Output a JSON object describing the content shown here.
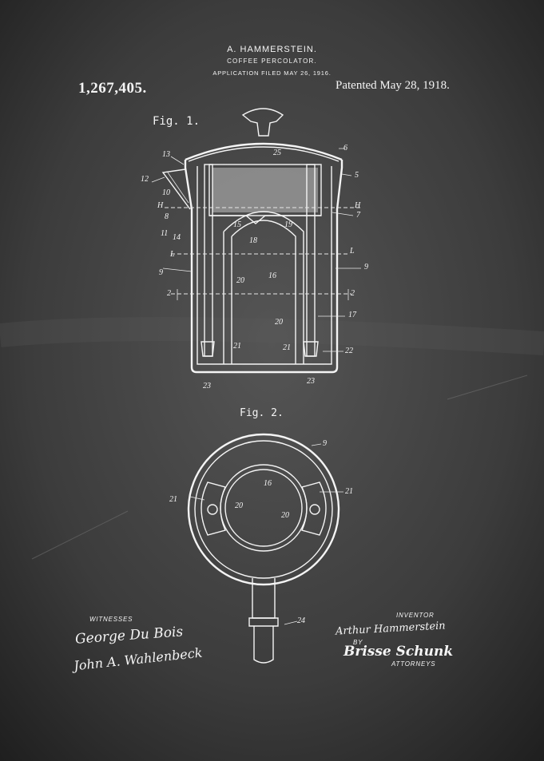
{
  "header": {
    "inventor_name": "A. HAMMERSTEIN.",
    "title": "COFFEE PERCOLATOR.",
    "filed": "APPLICATION FILED MAY 26, 1916."
  },
  "patent_number": "1,267,405.",
  "patent_date": "Patented May 28, 1918.",
  "figures": {
    "fig1_label": "Fig. 1.",
    "fig2_label": "Fig. 2."
  },
  "fig1_labels": {
    "l6": "6",
    "l5": "5",
    "l7": "7",
    "l9": "9",
    "l17": "17",
    "l22": "22",
    "l13": "13",
    "l12": "12",
    "l10": "10",
    "l8": "8",
    "l11": "11",
    "l14": "14",
    "l25": "25",
    "l15": "15",
    "l19": "19",
    "l18": "18",
    "l16": "16",
    "l20a": "20",
    "l20b": "20",
    "l21a": "21",
    "l21b": "21",
    "l23a": "23",
    "l23b": "23",
    "h_left": "H",
    "h_right": "H",
    "l_left": "L",
    "l_right": "L",
    "two_left": "2",
    "two_right": "2",
    "nine_left": "9"
  },
  "fig2_labels": {
    "l9": "9",
    "l16": "16",
    "l21a": "21",
    "l21b": "21",
    "l20a": "20",
    "l20b": "20",
    "l24": "24"
  },
  "witnesses": {
    "heading": "WITNESSES",
    "sig1": "George Du Bois",
    "sig2": "John A. Wahlenbeck"
  },
  "inventor": {
    "heading": "INVENTOR",
    "signature": "Arthur Hammerstein",
    "by": "BY",
    "attorney_sig": "Brisse Schunk",
    "attorneys": "ATTORNEYS"
  }
}
